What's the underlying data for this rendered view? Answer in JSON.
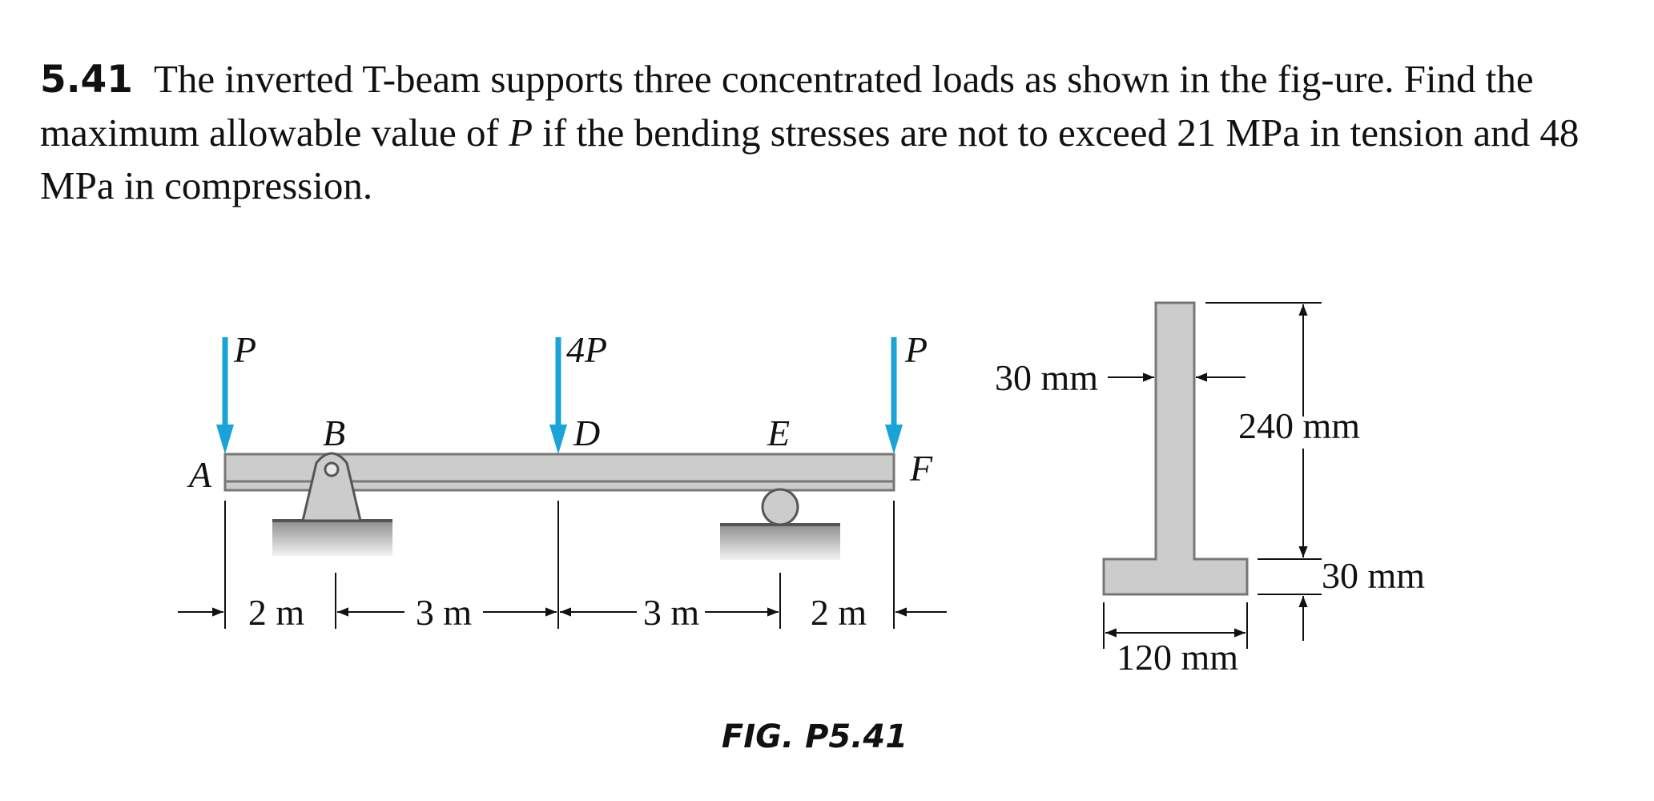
{
  "problem": {
    "number": "5.41",
    "text_part1": "The inverted T-beam supports three concentrated loads as shown in the fig-ure. Find the maximum allowable value of ",
    "var": "P",
    "text_part2": " if the bending stresses are not to exceed 21 MPa in tension and 48 MPa in compression."
  },
  "figure": {
    "caption": "FIG. P5.41",
    "loads": [
      {
        "point": "A",
        "label": "P"
      },
      {
        "point": "D",
        "label": "4P"
      },
      {
        "point": "F",
        "label": "P"
      }
    ],
    "points": [
      "A",
      "B",
      "D",
      "E",
      "F"
    ],
    "spans": [
      "2 m",
      "3 m",
      "3 m",
      "2 m"
    ],
    "section_dims": {
      "web_thickness": "30 mm",
      "web_height": "240 mm",
      "flange_thickness": "30 mm",
      "flange_width": "120 mm"
    },
    "colors": {
      "load_arrow": "#1aa3d8",
      "beam_fill": "#cccccc",
      "outline": "#777777"
    }
  }
}
